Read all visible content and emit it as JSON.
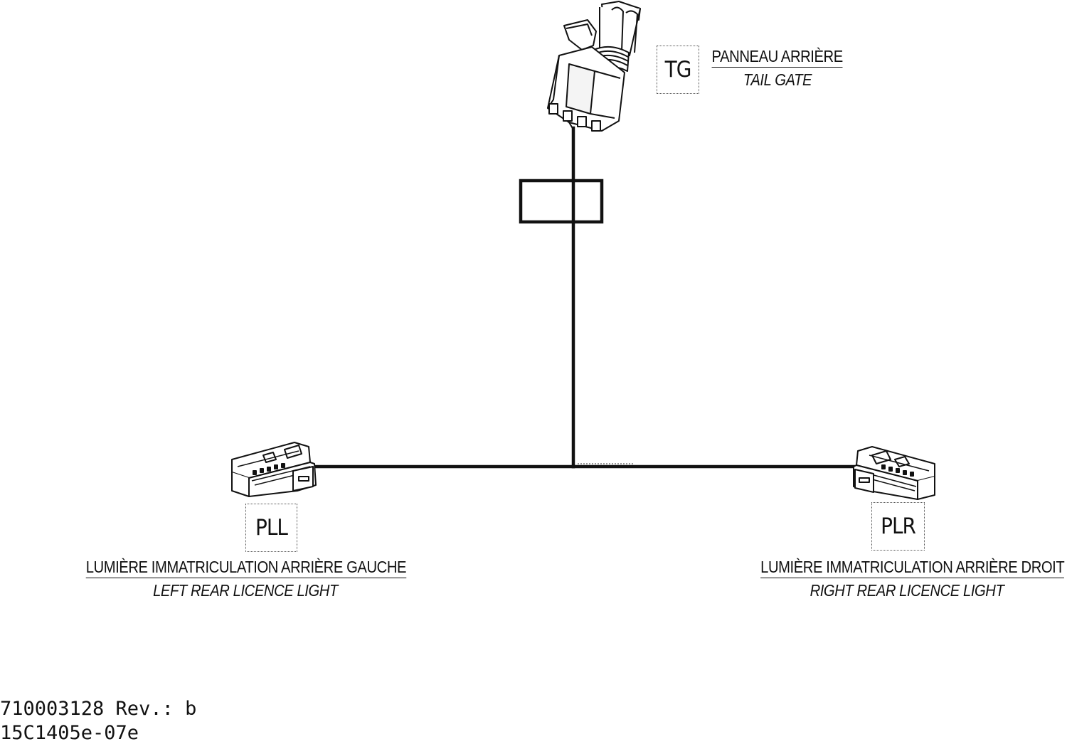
{
  "connectors": {
    "tg": {
      "code": "TG",
      "name_fr": "PANNEAU ARRIÈRE",
      "name_en": "TAIL GATE"
    },
    "pll": {
      "code": "PLL",
      "name_fr": "LUMIÈRE IMMATRICULATION ARRIÈRE GAUCHE",
      "name_en": "LEFT REAR LICENCE LIGHT"
    },
    "plr": {
      "code": "PLR",
      "name_fr": "LUMIÈRE IMMATRICULATION ARRIÈRE DROIT",
      "name_en": "RIGHT REAR LICENCE LIGHT"
    }
  },
  "footer": {
    "part_revision": "710003128 Rev.: b",
    "drawing_code": "15C1405e-07e"
  },
  "icons": [
    "tail-gate-connector-icon",
    "left-licence-light-connector-icon",
    "right-licence-light-connector-icon",
    "harness-clip-icon"
  ],
  "colors": {
    "line": "#111111",
    "background": "#ffffff"
  }
}
